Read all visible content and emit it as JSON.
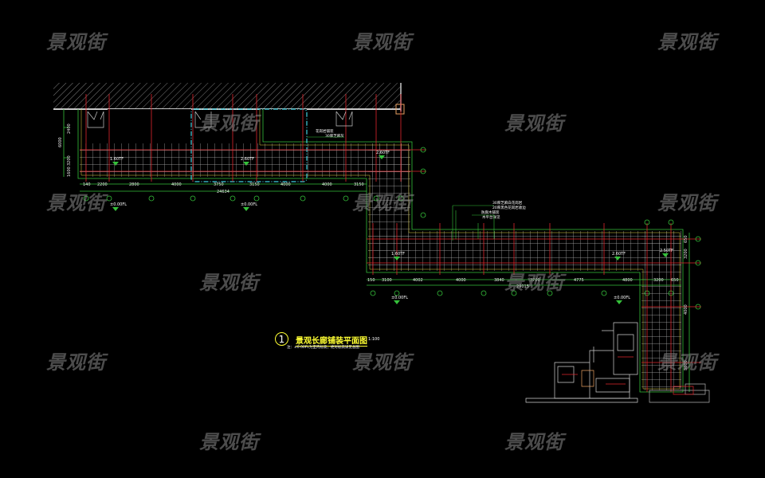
{
  "watermark": "景观街",
  "title": {
    "number": "1",
    "text": "景观长廊铺装平面图",
    "scale": "1:100",
    "note": "注：±0.00FL为室内标高，绝对标高详见总图"
  },
  "upper_dims": [
    "140",
    "2200",
    "2800",
    "4000",
    "3750",
    "3150",
    "4000",
    "4000",
    "3150"
  ],
  "upper_total": "24634",
  "left_dims": [
    "2400",
    "3200",
    "1600"
  ],
  "left_total": "6000",
  "lower_dims": [
    "150",
    "3100",
    "4002",
    "4000",
    "3840",
    "3700",
    "4775",
    "4800",
    "3200",
    "650"
  ],
  "lower_total": "29015",
  "right_dims": [
    "650",
    "3200",
    "4000",
    "3600"
  ],
  "elevations": [
    "1.60TF",
    "2.60TF",
    "2.60TF",
    "±0.00FL",
    "±0.00FL",
    "1.60TF",
    "2.60TF",
    "2.50TF",
    "±0.00FL",
    "±0.00FL"
  ],
  "callouts": [
    "花岗岩铺装",
    "30厚芝麻灰",
    "30厚芝麻白花岗岩",
    "20厚黑色花岗岩收边",
    "防腐木铺装",
    "木平台详见"
  ],
  "colors": {
    "background": "#000000",
    "grid": "#b4b4b4",
    "axis": "#e0262d",
    "outline": "#35c03a",
    "dashed": "#3fd0e0",
    "title": "#ffff33",
    "wall": "#c8c8c8"
  }
}
